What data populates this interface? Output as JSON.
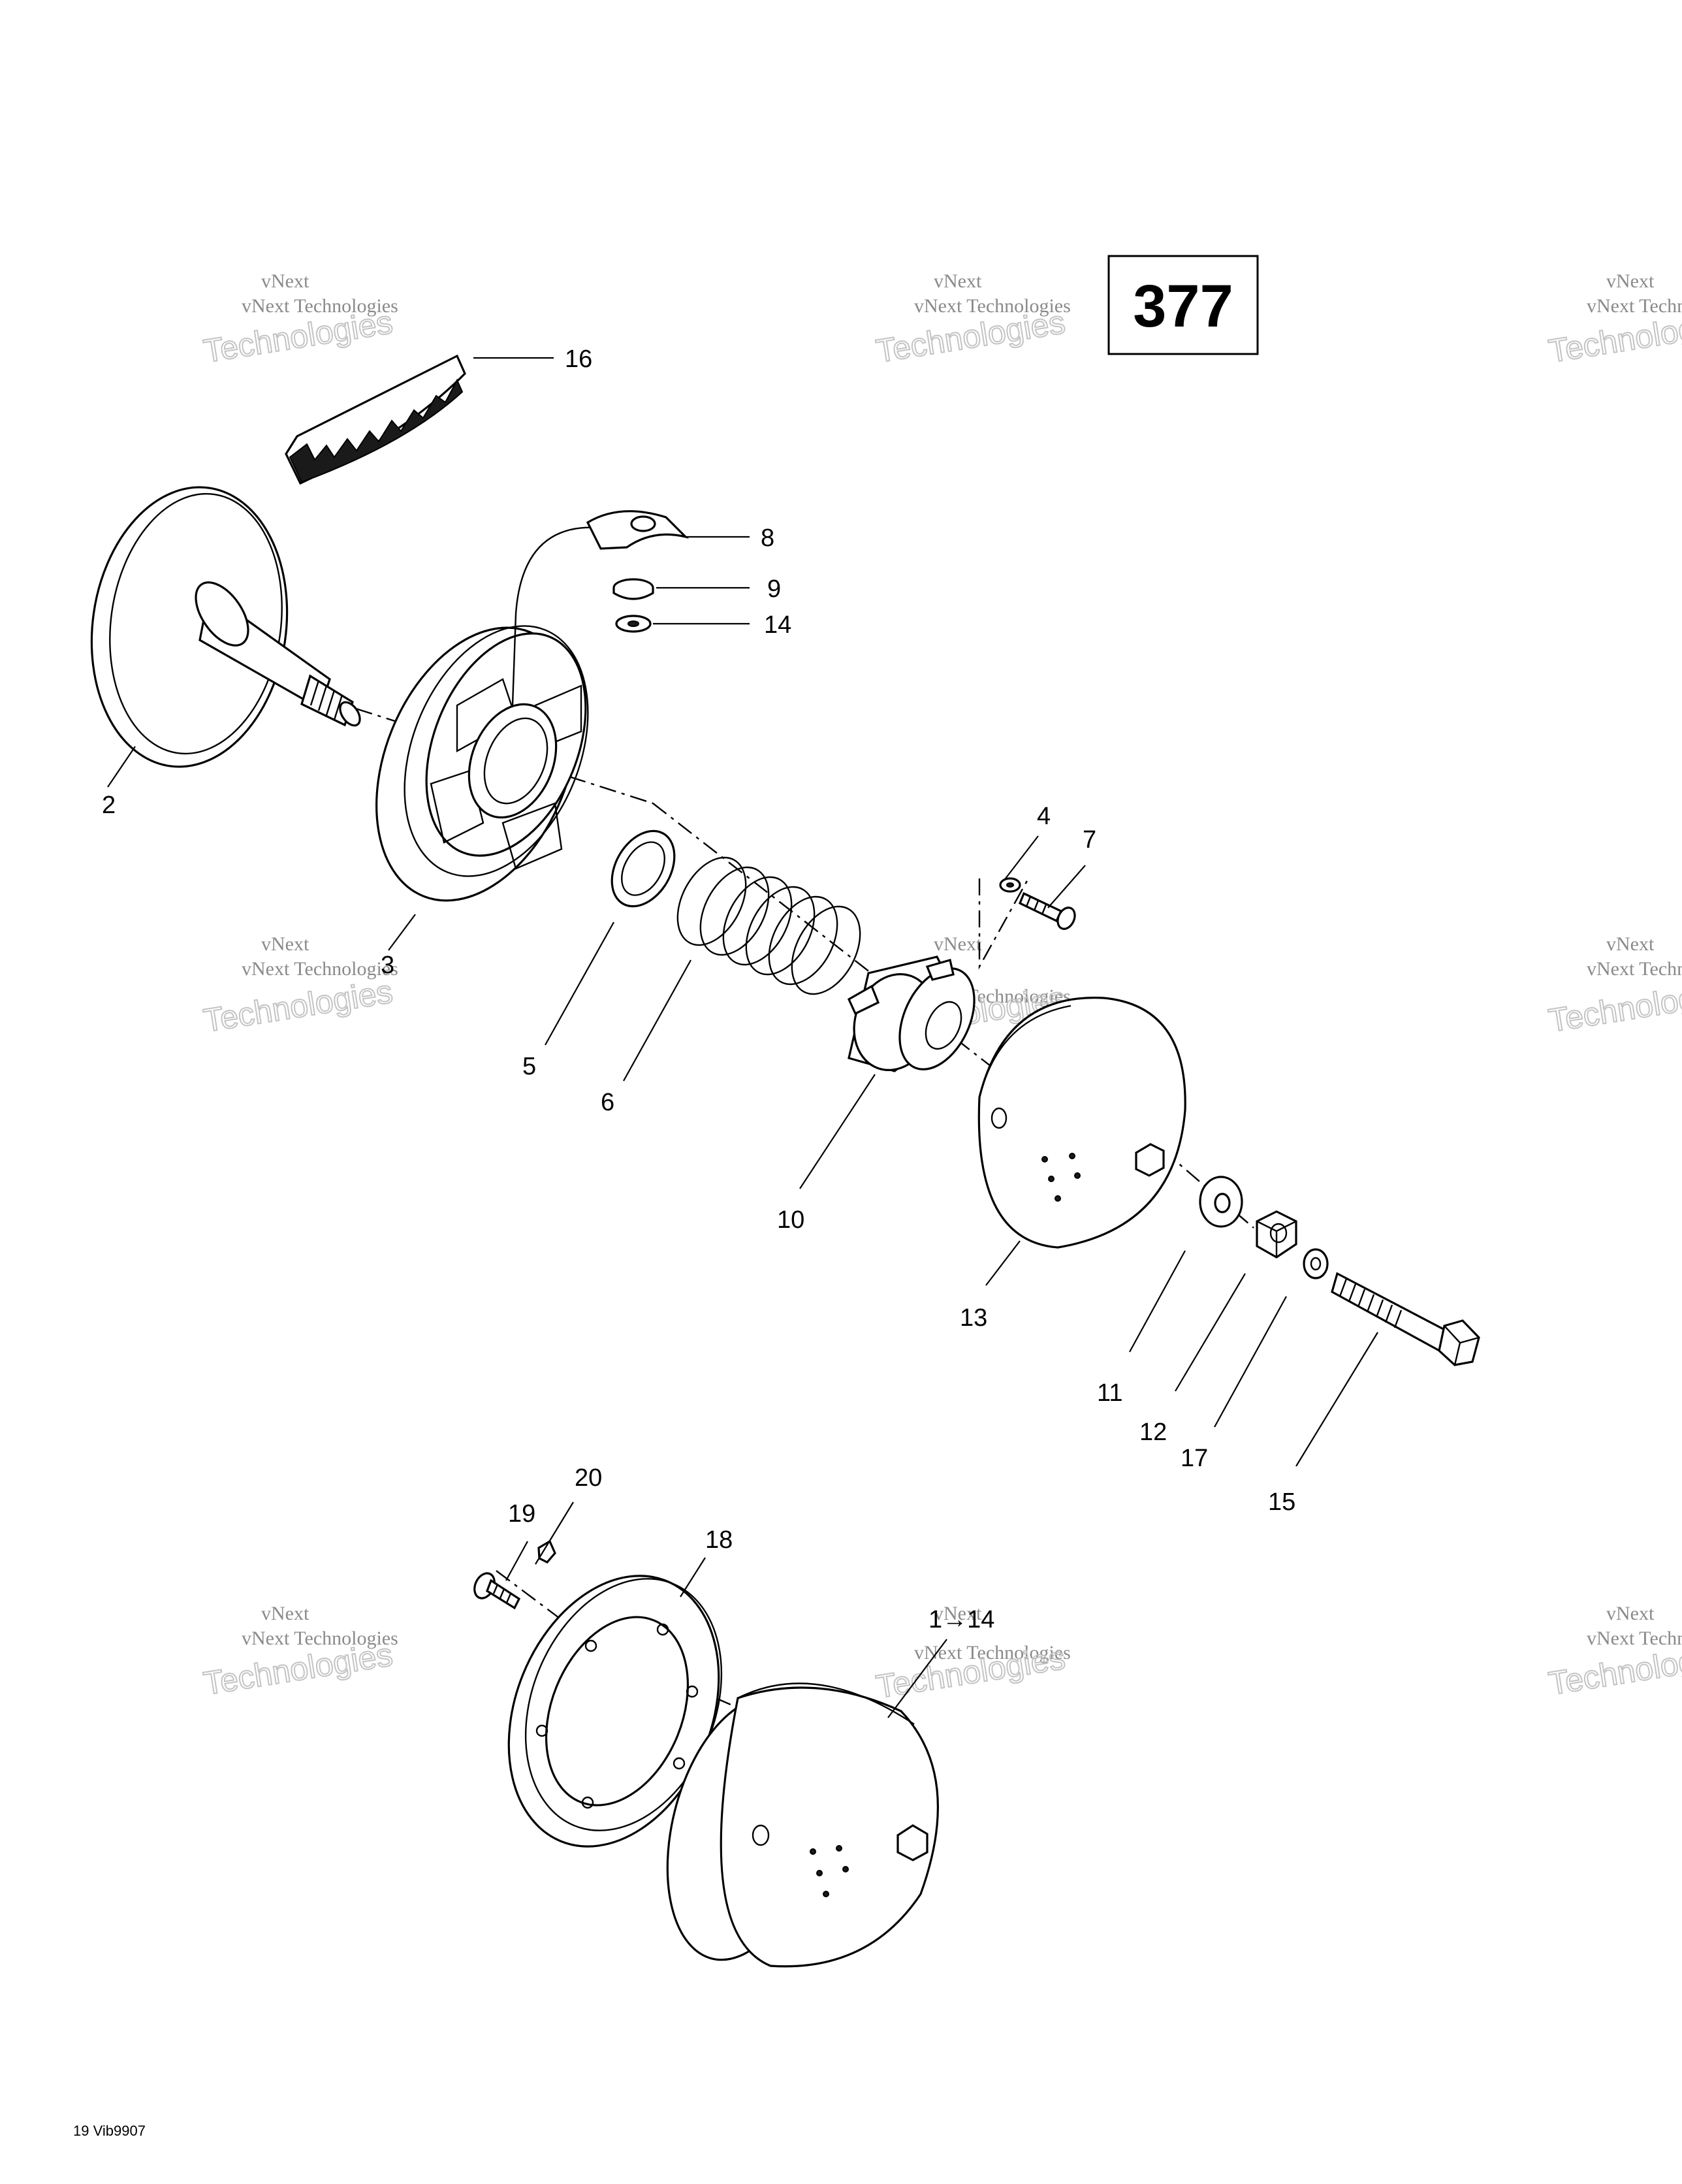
{
  "page_number": "377",
  "drawing_code": "19 Vib9907",
  "watermark": {
    "line1": "vNext",
    "line2": "vNext Technologies",
    "line3": "Technologies"
  },
  "callouts": {
    "c1_14": "1→14",
    "c2": "2",
    "c3": "3",
    "c4": "4",
    "c5": "5",
    "c6": "6",
    "c7": "7",
    "c8": "8",
    "c9": "9",
    "c10": "10",
    "c11": "11",
    "c12": "12",
    "c13": "13",
    "c14": "14",
    "c15": "15",
    "c16": "16",
    "c17": "17",
    "c18": "18",
    "c19": "19",
    "c20": "20"
  }
}
